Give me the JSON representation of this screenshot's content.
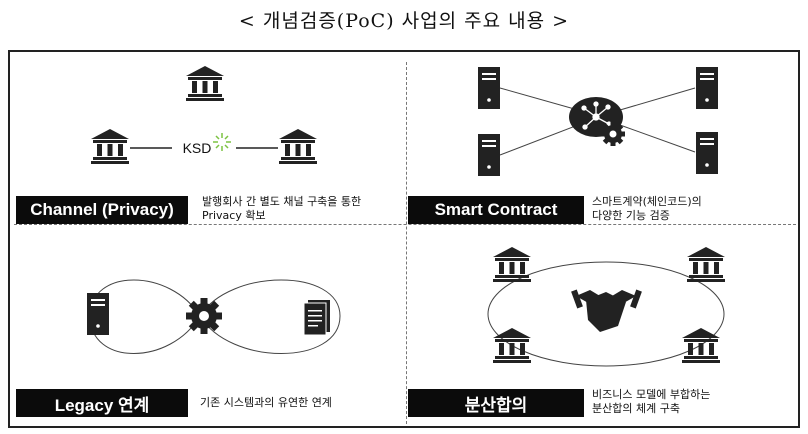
{
  "title": "< 개념검증(PoC) 사업의 주요 내용 >",
  "quadrants": [
    {
      "label": "Channel (Privacy)",
      "desc_line1": "발행회사 간 별도 채널 구축을 통한",
      "desc_line2": "Privacy 확보",
      "center_text": "KSD"
    },
    {
      "label": "Smart Contract",
      "desc_line1": "스마트계약(체인코드)의",
      "desc_line2": "다양한 기능 검증"
    },
    {
      "label": "Legacy 연계",
      "desc_line1": "기존 시스템과의 유연한 연계",
      "desc_line2": ""
    },
    {
      "label": "분산합의",
      "desc_line1": "비즈니스 모델에 부합하는",
      "desc_line2": "분산합의 체계 구축"
    }
  ],
  "colors": {
    "bar": "#0b0b0b",
    "icon": "#222222",
    "spark": "#7cc242"
  }
}
